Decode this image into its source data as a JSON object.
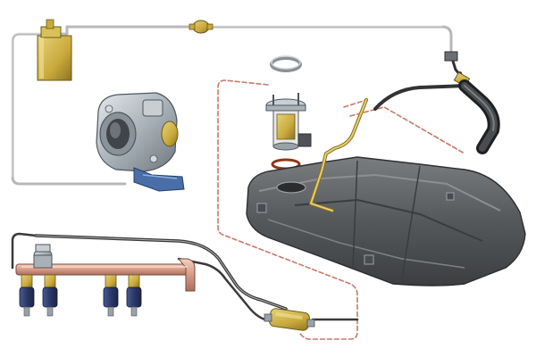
{
  "diagram": {
    "components": [
      {
        "id": "canister",
        "name": "charcoal-canister"
      },
      {
        "id": "purge_valve",
        "name": "canister-purge-valve"
      },
      {
        "id": "throttle_body",
        "name": "throttle-body"
      },
      {
        "id": "fuel_pump",
        "name": "fuel-pump-module"
      },
      {
        "id": "seal_ring",
        "name": "pump-seal-ring"
      },
      {
        "id": "lock_ring",
        "name": "pump-lock-ring"
      },
      {
        "id": "fuel_tank",
        "name": "fuel-tank"
      },
      {
        "id": "filler_neck",
        "name": "filler-neck-hose"
      },
      {
        "id": "fuel_rail",
        "name": "fuel-rail"
      },
      {
        "id": "pressure_regulator",
        "name": "fuel-pressure-regulator"
      },
      {
        "id": "injectors",
        "name": "fuel-injectors",
        "count": 4
      },
      {
        "id": "fuel_filter",
        "name": "fuel-filter"
      }
    ],
    "lines": [
      {
        "name": "vapor-line",
        "style": "solid",
        "color": "#d9d9d9"
      },
      {
        "name": "supply-line",
        "style": "solid",
        "color": "#3a3a3a"
      },
      {
        "name": "return-line",
        "style": "dashed",
        "color": "#c77a6a"
      }
    ],
    "colors": {
      "tank": "#5b5d5f",
      "metal": "#b9c0c6",
      "brass": "#c9b04a",
      "injector_blue": "#2f3d6e"
    }
  }
}
